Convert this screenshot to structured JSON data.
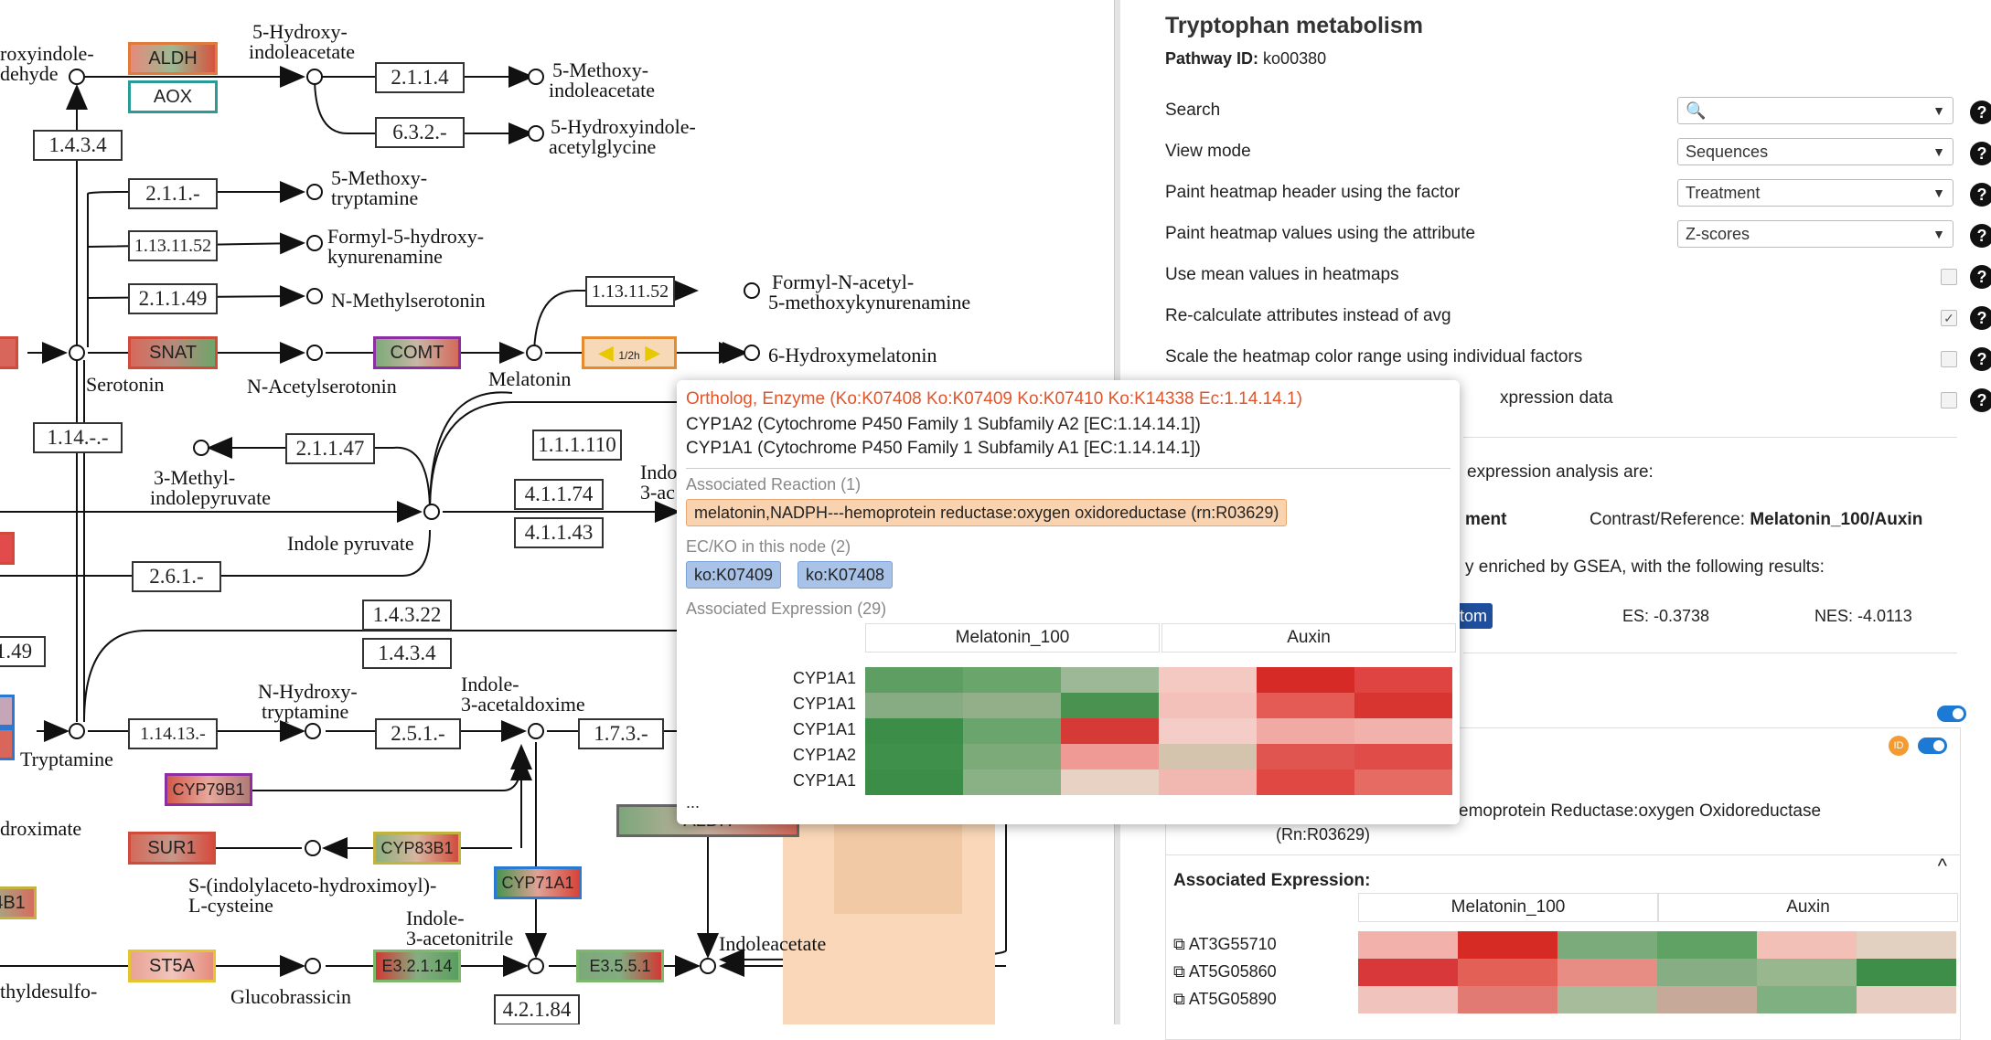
{
  "pathway": {
    "title": "Tryptophan metabolism",
    "id_label": "Pathway ID:",
    "id_value": "ko00380"
  },
  "settings": {
    "search_label": "Search",
    "search_icon": "search-icon",
    "view_mode_label": "View mode",
    "view_mode_value": "Sequences",
    "header_factor_label": "Paint heatmap header using the factor",
    "header_factor_value": "Treatment",
    "values_attr_label": "Paint heatmap values using the attribute",
    "values_attr_value": "Z-scores",
    "mean_values_label": "Use mean values in heatmaps",
    "recalc_label": "Re-calculate attributes instead of avg",
    "recalc_checked": "✓",
    "scale_label": "Scale the heatmap color range using individual factors",
    "expr_data_label": "xpression data"
  },
  "analysis": {
    "intro": "expression analysis are:",
    "factor_tail": "ment",
    "contrast_label": "Contrast/Reference:",
    "contrast_value": "Melatonin_100/Auxin",
    "gsea_text": "y enriched by GSEA, with the following results:",
    "badge": "tom",
    "es": "ES: -0.3738",
    "nes": "NES: -4.0113"
  },
  "detail_card": {
    "badge_icon": "ID",
    "reaction_tail": "emoprotein Reductase:oxygen Oxidoreductase",
    "reaction_id": "(Rn:R03629)",
    "expr_label": "Associated Expression:",
    "collapse_icon": "^",
    "header_left": "Melatonin_100",
    "header_right": "Auxin",
    "genes": [
      "AT3G55710",
      "AT5G05860",
      "AT5G05890"
    ],
    "heat_colors": [
      [
        "#f2b2ab",
        "#d62a24",
        "#7bab7b",
        "#5fa263",
        "#f3c0b8",
        "#e2d0c0"
      ],
      [
        "#d8383a",
        "#e26055",
        "#e88d83",
        "#86ad83",
        "#98b78e",
        "#3e8e4a"
      ],
      [
        "#f0c4bc",
        "#e17a73",
        "#a7bc9a",
        "#c7a99a",
        "#7fb081",
        "#e7cdc2"
      ]
    ]
  },
  "popup": {
    "title": "Ortholog, Enzyme  (Ko:K07408 Ko:K07409 Ko:K07410 Ko:K14338 Ec:1.14.14.1)",
    "line1": "CYP1A2 (Cytochrome P450 Family 1 Subfamily A2 [EC:1.14.14.1])",
    "line2": "CYP1A1 (Cytochrome P450 Family 1 Subfamily A1 [EC:1.14.14.1])",
    "reaction_header": "Associated Reaction (1)",
    "reaction": "melatonin,NADPH---hemoprotein reductase:oxygen oxidoreductase (rn:R03629)",
    "ecko_header": "EC/KO in this node (2)",
    "ko_tags": [
      "ko:K07409",
      "ko:K07408"
    ],
    "expr_header": "Associated Expression (29)",
    "col_left": "Melatonin_100",
    "col_right": "Auxin",
    "genes": [
      "CYP1A1",
      "CYP1A1",
      "CYP1A1",
      "CYP1A2",
      "CYP1A1"
    ],
    "ellipsis": "...",
    "heat_colors": [
      [
        "#5e9e62",
        "#6aa66c",
        "#9cb896",
        "#f4c9c2",
        "#d62a27",
        "#df4442"
      ],
      [
        "#87ab82",
        "#93af89",
        "#4a924f",
        "#f3c0ba",
        "#e45a55",
        "#d83530"
      ],
      [
        "#3b8d48",
        "#6aa56d",
        "#d63a36",
        "#f4cdc8",
        "#f0aaa3",
        "#f0b2ab"
      ],
      [
        "#3f904b",
        "#7cab79",
        "#ef9a95",
        "#d4c4ae",
        "#e0554f",
        "#e04c48"
      ],
      [
        "#3b8d48",
        "#8ab085",
        "#e8d2c4",
        "#f1b8b2",
        "#e04943",
        "#e56b63"
      ]
    ]
  },
  "map": {
    "nodes": [
      "ALDH",
      "AOX",
      "2.1.1.4",
      "6.3.2.-",
      "1.4.3.4",
      "2.1.1.-",
      "1.13.11.52",
      "2.1.1.49",
      "SNAT",
      "COMT",
      "1.13.11.52",
      "1/2h",
      "1.14.-.-",
      "2.1.1.47",
      "1.1.1.110",
      "4.1.1.74",
      "4.1.1.43",
      "2.6.1.-",
      "1.4.3.22",
      "1.4.3.4",
      "1.49",
      "1.14.13.-",
      "2.5.1.-",
      "1.7.3.-",
      "CYP79B1",
      "ALDH",
      "SUR1",
      "CYP83B1",
      "CYP71A1",
      "4B1",
      "ST5A",
      "E3.2.1.14",
      "E3.5.5.1",
      "4.2.1.84"
    ],
    "compounds": [
      "5-Hydroxy-",
      "indoleacetate",
      "roxyindole-",
      "dehyde",
      "5-Methoxy-",
      "indoleacetate",
      "5-Hydroxyindole-",
      "acetylglycine",
      "5-Methoxy-",
      "tryptamine",
      "Formyl-5-hydroxy-",
      "kynurenamine",
      "N-Methylserotonin",
      "Formyl-N-acetyl-",
      "5-methoxykynurenamine",
      "6-Hydroxymelatonin",
      "Serotonin",
      "N-Acetylserotonin",
      "Melatonin",
      "3-Methyl-",
      "indolepyruvate",
      "Indole pyruvate",
      "Indo",
      "3-ac",
      "N-Hydroxy-",
      "tryptamine",
      "Indole-",
      "3-acetaldoxime",
      "Tryptamine",
      "droximate",
      "S-(indolylaceto-hydroximoyl)-",
      "L-cysteine",
      "Indole-",
      "3-acetonitrile",
      "Indoleacetate",
      "Glucobrassicin",
      "thyldesulfo-"
    ]
  }
}
